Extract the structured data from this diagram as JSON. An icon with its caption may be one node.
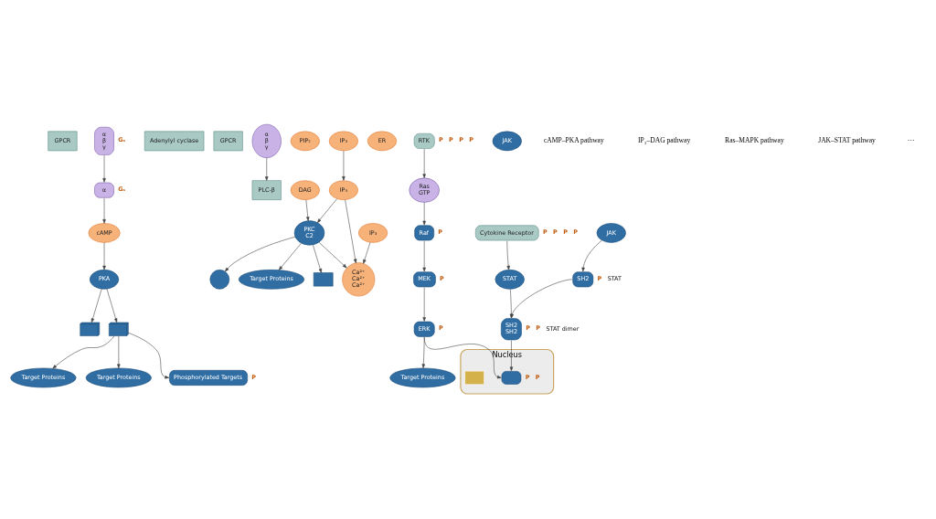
{
  "diagram": {
    "nodes": [
      {
        "text": [
          "GPCR"
        ]
      },
      {
        "text": [
          "α",
          "β",
          "γ"
        ],
        "beside": [
          "Gₛ"
        ]
      },
      {
        "text": [
          "α"
        ],
        "beside": [
          "Gₛ"
        ]
      },
      {
        "text": [
          "Adenylyl cyclase"
        ]
      },
      {
        "text": [
          "cAMP"
        ]
      },
      {
        "text": [
          "PKA"
        ]
      },
      {
        "text": [],
        "shape": "picture"
      },
      {
        "text": [],
        "shape": "picture"
      },
      {
        "text": [
          "Target Proteins"
        ]
      },
      {
        "text": [
          "Target Proteins"
        ]
      },
      {
        "text": [
          "Phosphorylated Targets"
        ],
        "beside": [
          "P"
        ]
      },
      {
        "text": [
          "GPCR"
        ]
      },
      {
        "text": [
          "α",
          "β",
          "γ"
        ]
      },
      {
        "text": [
          "PLC-β"
        ]
      },
      {
        "text": [
          "PIP₂"
        ]
      },
      {
        "text": [
          "IP₃"
        ]
      },
      {
        "text": [
          "DAG"
        ]
      },
      {
        "text": [
          "IP₃"
        ]
      },
      {
        "text": [
          "PKC",
          "C2"
        ]
      },
      {
        "text": [],
        "shape": "circle"
      },
      {
        "text": [
          "Target Proteins"
        ]
      },
      {
        "text": [],
        "shape": "box"
      },
      {
        "text": [
          "Ca²⁺",
          "Ca²⁺",
          "Ca²⁺"
        ]
      },
      {
        "text": [
          "IP₃"
        ]
      },
      {
        "text": [
          "ER"
        ]
      },
      {
        "text": [
          "RTK"
        ],
        "beside": [
          "P",
          "P",
          "P",
          "P"
        ]
      },
      {
        "text": [
          "Ras",
          "GTP"
        ]
      },
      {
        "text": [
          "Raf"
        ],
        "beside": [
          "P"
        ]
      },
      {
        "text": [
          "MEK"
        ],
        "beside": [
          "P"
        ]
      },
      {
        "text": [
          "ERK"
        ],
        "beside": [
          "P"
        ]
      },
      {
        "text": [
          "Target Proteins"
        ]
      },
      {
        "text": [
          "Cytokine Receptor"
        ],
        "beside": [
          "P",
          "P",
          "P",
          "P"
        ]
      },
      {
        "text": [
          "JAK"
        ]
      },
      {
        "text": [
          "JAK"
        ]
      },
      {
        "text": [
          "STAT"
        ]
      },
      {
        "text": [
          "SH2"
        ],
        "beside": [
          "P",
          "STAT"
        ]
      },
      {
        "text": [
          "SH2",
          "SH2"
        ],
        "beside": [
          "P",
          "P",
          "STAT dimer"
        ]
      },
      {
        "text": [
          "Nucleus"
        ]
      },
      {
        "text": [],
        "shape": "box",
        "in": 37,
        "beside": [
          "P",
          "P"
        ]
      },
      {
        "text": [],
        "shape": "box",
        "in": 37
      }
    ],
    "edges": [
      {
        "from": 1,
        "to": 2,
        "arrow": "to"
      },
      {
        "from": 2,
        "to": 4,
        "arrow": "to"
      },
      {
        "from": 4,
        "to": 5,
        "arrow": "to"
      },
      {
        "from": 5,
        "to": 6,
        "arrow": "to"
      },
      {
        "from": 5,
        "to": 7,
        "arrow": "to"
      },
      {
        "from": 7,
        "to": 8,
        "arrow": "to"
      },
      {
        "from": 7,
        "to": 9,
        "arrow": "to"
      },
      {
        "from": 7,
        "to": 10,
        "arrow": "to"
      },
      {
        "from": 12,
        "to": 13,
        "arrow": "to"
      },
      {
        "from": 15,
        "to": 17,
        "arrow": "to"
      },
      {
        "from": 17,
        "to": 18,
        "arrow": "to"
      },
      {
        "from": 16,
        "to": 18,
        "arrow": "to"
      },
      {
        "from": 17,
        "to": 22,
        "arrow": "to"
      },
      {
        "from": 18,
        "to": 22,
        "arrow": "to"
      },
      {
        "from": 18,
        "to": 19,
        "arrow": "to"
      },
      {
        "from": 18,
        "to": 20,
        "arrow": "to"
      },
      {
        "from": 18,
        "to": 21,
        "arrow": "to"
      },
      {
        "from": 23,
        "to": 22,
        "arrow": "to"
      },
      {
        "from": 25,
        "to": 26,
        "arrow": "to"
      },
      {
        "from": 26,
        "to": 27,
        "arrow": "to"
      },
      {
        "from": 27,
        "to": 28,
        "arrow": "to"
      },
      {
        "from": 28,
        "to": 29,
        "arrow": "to"
      },
      {
        "from": 29,
        "to": 30,
        "arrow": "to"
      },
      {
        "from": 29,
        "to": 38,
        "arrow": "to"
      },
      {
        "from": 33,
        "to": 35,
        "arrow": "to"
      },
      {
        "from": 31,
        "to": 34,
        "arrow": "to"
      },
      {
        "from": 34,
        "to": 36,
        "arrow": "to"
      },
      {
        "from": 35,
        "to": 36,
        "arrow": "to"
      },
      {
        "from": 36,
        "to": 38,
        "arrow": "to"
      }
    ],
    "labels": [
      "cAMP–PKA pathway",
      "IP₃–DAG pathway",
      "Ras–MAPK pathway",
      "JAK–STAT pathway",
      "···"
    ]
  }
}
